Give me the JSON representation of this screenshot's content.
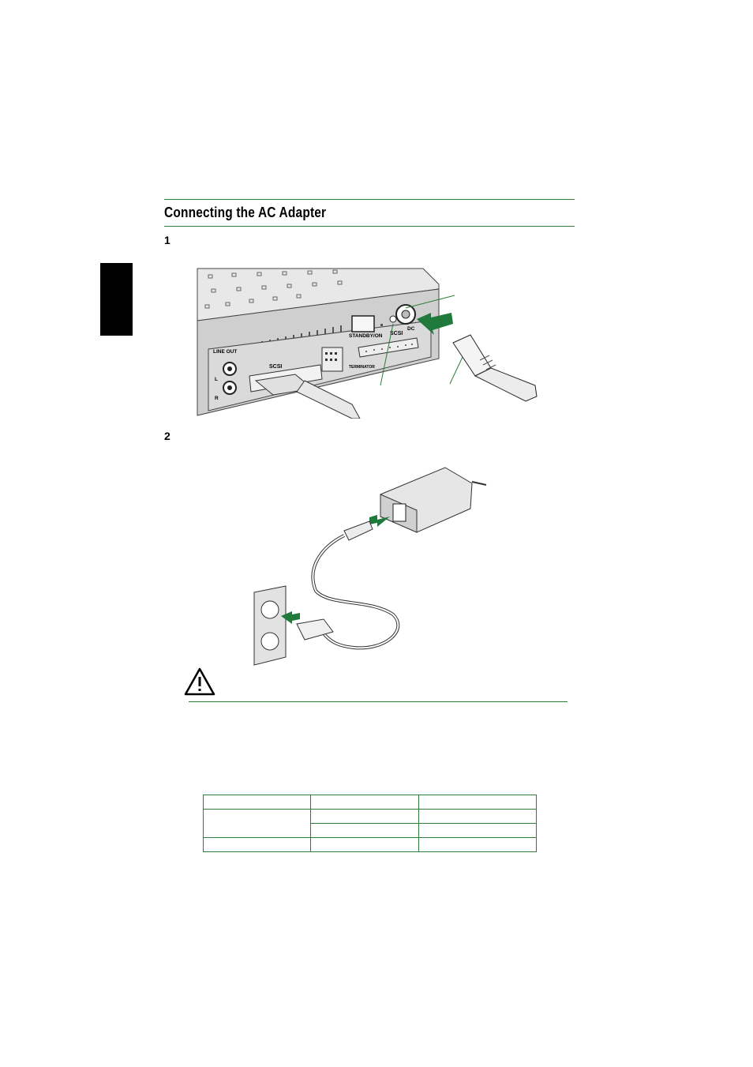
{
  "section": {
    "title": "Connecting the AC Adapter"
  },
  "steps": [
    {
      "number": "1"
    },
    {
      "number": "2"
    }
  ],
  "figure1": {
    "panel_labels": {
      "line_out": "LINE OUT",
      "left": "L",
      "right": "R",
      "scsi_left": "SCSI",
      "scsi_right": "SCSI",
      "terminator": "TERMINATOR",
      "standby_on": "STANDBY/ON",
      "dc": "DC"
    }
  },
  "caution": {
    "icon": "warning-triangle-icon"
  },
  "colors": {
    "accent": "#2e7d3a",
    "arrow": "#1f7a3c"
  },
  "table": {
    "rows": [
      [
        "",
        "",
        ""
      ],
      [
        "",
        "",
        ""
      ],
      [
        "",
        ""
      ],
      [
        "",
        "",
        ""
      ]
    ]
  }
}
